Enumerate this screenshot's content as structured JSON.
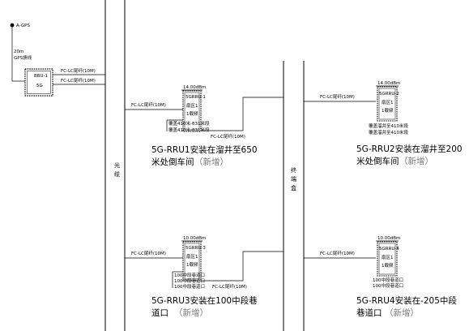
{
  "trunk": {
    "label_1": "光",
    "label_2": "缆"
  },
  "junction": {
    "label_1": "终",
    "label_2": "端",
    "label_3": "盒"
  },
  "bbu": {
    "gps_label": "A-GPS",
    "gps_cable_length": "20m",
    "gps_cable_label": "GPS馈线",
    "name": "BBU-1",
    "band": "5G",
    "fiber_label_1": "FC-LC尾纤(10M)",
    "fiber_label_2": "FC-LC尾纤(10M)"
  },
  "rru1": {
    "fiber_in_label": "FC-LC尾纤(10M)",
    "fiber_out_label": "FC-LC尾纤(10M)",
    "power": "14.00dBm",
    "name": "5GRRU-1",
    "sector": "扇区1",
    "carrier": "1载频",
    "coverage_1": "覆盖410米-831米段",
    "coverage_2": "覆盖410米-831米段",
    "caption_1": "5G-RRU1安装在溜井至650",
    "caption_2": "米处倒车间",
    "new_tag": "（新增）"
  },
  "rru2": {
    "fiber_in_label": "FC-LC尾纤(10M)",
    "power": "14.00dBm",
    "name": "5GRRU-2",
    "sector": "扇区1",
    "carrier": "1载频",
    "coverage_1": "覆盖溜井至410米段",
    "coverage_2": "覆盖溜井至410米段",
    "caption_1": "5G-RRU2安装在溜井至200",
    "caption_2": "米处倒车间",
    "new_tag": "（新增）"
  },
  "rru3": {
    "fiber_in_label": "FC-LC尾纤(10M)",
    "fiber_out_label": "FC-LC尾纤(10M)",
    "power": "10.00dBm",
    "name": "5GRRU-3",
    "sector": "扇区1",
    "carrier": "1载频",
    "coverage_1": "100中段巷道口",
    "coverage_2": "100中段巷道口",
    "coverage_3": "100中段巷道口",
    "caption_1": "5G-RRU3安装在100中段巷",
    "caption_2": "道口",
    "new_tag": "（新增）"
  },
  "rru4": {
    "fiber_in_label": "FC-LC尾纤(10M)",
    "power": "10.00dBm",
    "name": "5GRRU-4",
    "sector": "扇区1",
    "carrier": "1载频",
    "coverage_1": "100中段巷道口",
    "coverage_2": "100中段巷道口",
    "caption_1": "5G-RRU4安装在-205中段",
    "caption_2": "巷道口",
    "new_tag": "（新增）"
  }
}
